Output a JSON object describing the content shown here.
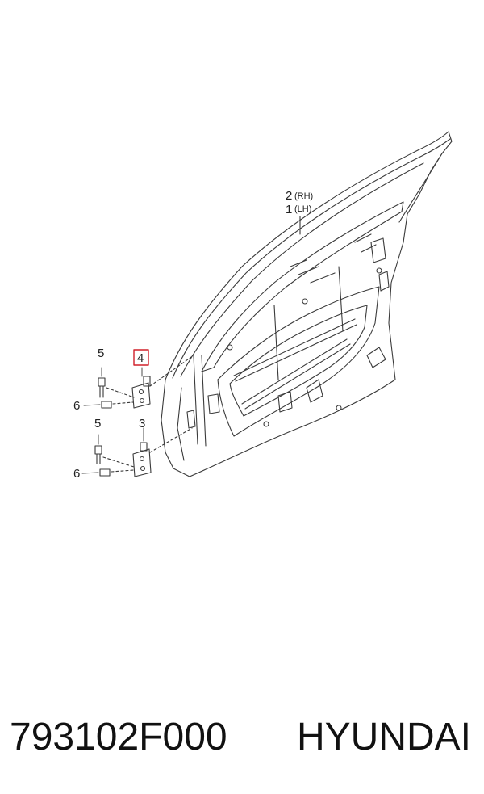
{
  "callouts": {
    "rh_num": "2",
    "rh_text": "(RH)",
    "lh_num": "1",
    "lh_text": "(LH)",
    "upper_bolt": "5",
    "upper_hinge_highlighted": "4",
    "upper_nut": "6",
    "lower_bolt": "5",
    "lower_hinge": "3",
    "lower_nut": "6"
  },
  "footer": {
    "part_number": "793102F000",
    "brand": "HYUNDAI"
  },
  "colors": {
    "line": "#3a3a3a",
    "highlight": "#d0202a"
  }
}
